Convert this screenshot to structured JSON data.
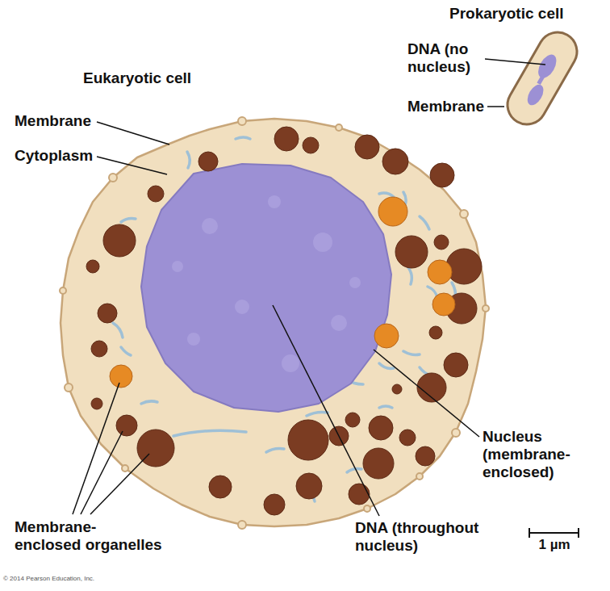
{
  "diagram": {
    "labels": [
      "Prokaryotic cell",
      "DNA (no nucleus)",
      "Membrane",
      "Eukaryotic cell",
      "Membrane",
      "Cytoplasm",
      "Nucleus (membrane-enclosed)",
      "Membrane-enclosed organelles",
      "DNA (throughout nucleus)",
      "1 µm",
      "© 2014 Pearson Education, Inc."
    ]
  }
}
